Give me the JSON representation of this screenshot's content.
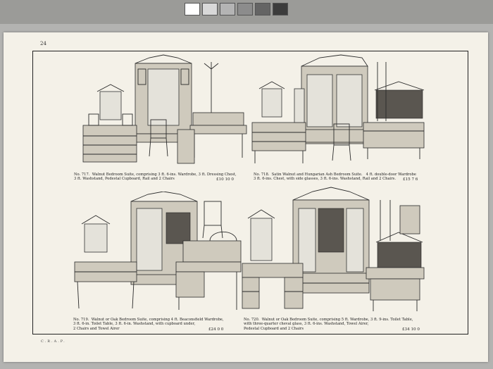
{
  "page": {
    "number": "24",
    "footer_code": "C.R.A.P."
  },
  "toolbar": {
    "swatch_colors": [
      "#ffffff",
      "#d8d8d8",
      "#b4b4b4",
      "#8c8c8c",
      "#646464",
      "#3c3c3c"
    ]
  },
  "listings": [
    {
      "caption_line1": "No. 717.  Walnut Bedroom Suite, comprising 3 ft. 6-ins. Wardrobe, 3 ft. Dressing Chest,",
      "caption_line2": "3 ft. Washstand, Pedestal Cupboard, Rail and 2 Chairs",
      "price": "£10 10 0"
    },
    {
      "caption_line1": "No. 718.  Satin Walnut and Hungarian Ash Bedroom Suite.   4 ft. double-door Wardrobe",
      "caption_line2": "3 ft. 6-ins. Chest, with side glasses, 3 ft. 6-ins. Washstand, Rail and 2 Chairs.",
      "price": "£15 7 6"
    },
    {
      "caption_line1": "No. 719.  Walnut or Oak Bedroom Suite, comprising 4 ft. Beaconsfield Wardrobe,",
      "caption_line2": "3 ft. 6-in. Toilet Table, 3 ft. 6-in. Washstand, with cupboard under,",
      "caption_line3": "2 Chairs and Towel Airer",
      "price": "£24 0 0"
    },
    {
      "caption_line1": "No. 720.  Walnut or Oak Bedroom Suite, comprising 5 ft. Wardrobe, 3 ft. 9-ins. Toilet Table,",
      "caption_line2": "with three-quarter cheval glass, 3 ft. 6-ins. Washstand, Towel Airer,",
      "caption_line3": "Pedestal Cupboard and 2 Chairs",
      "price": "£34 10 0"
    }
  ]
}
